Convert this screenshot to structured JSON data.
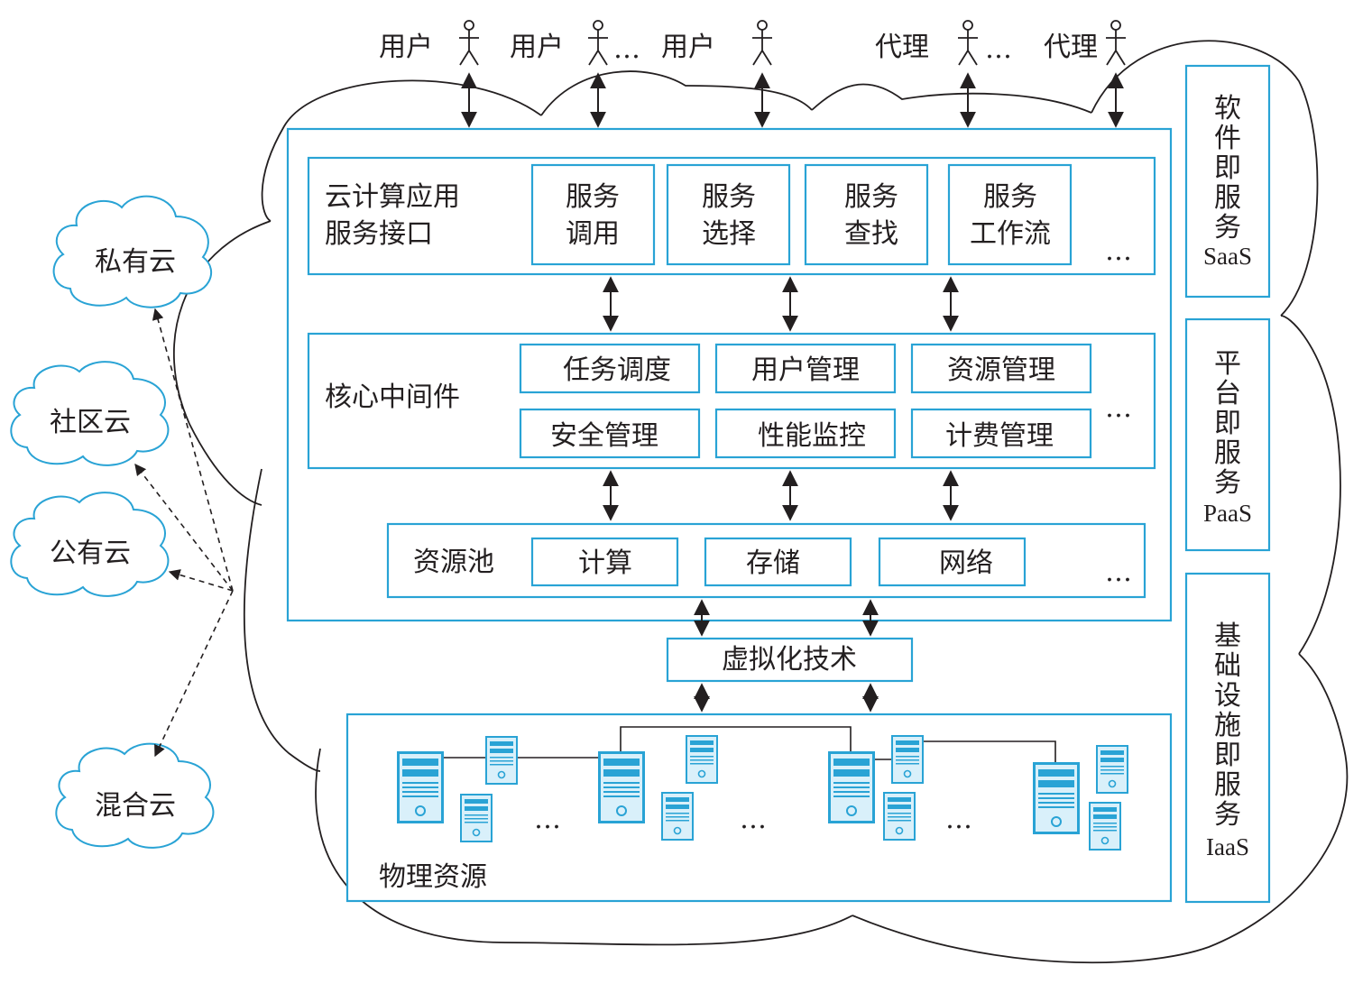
{
  "users": {
    "labels": [
      "用户",
      "用户",
      "用户",
      "代理",
      "代理"
    ],
    "ellipsis": "…"
  },
  "saas": {
    "title": "云计算应用服务接口",
    "title_lines": [
      "云计算应用",
      "服务接口"
    ],
    "services": [
      {
        "lines": [
          "服务",
          "调用"
        ]
      },
      {
        "lines": [
          "服务",
          "选择"
        ]
      },
      {
        "lines": [
          "服务",
          "查找"
        ]
      },
      {
        "lines": [
          "服务",
          "工作流"
        ]
      }
    ],
    "ellipsis": "…"
  },
  "middleware": {
    "title": "核心中间件",
    "modules": [
      "任务调度",
      "用户管理",
      "资源管理",
      "安全管理",
      "性能监控",
      "计费管理"
    ],
    "ellipsis": "…"
  },
  "resource_pool": {
    "title": "资源池",
    "items": [
      "计算",
      "存储",
      "网络"
    ],
    "ellipsis": "…"
  },
  "virtualization": {
    "label": "虚拟化技术"
  },
  "physical": {
    "title": "物理资源",
    "ellipsis": "…"
  },
  "service_models": [
    {
      "name_chars": [
        "软",
        "件",
        "即",
        "服",
        "务"
      ],
      "abbr": "SaaS"
    },
    {
      "name_chars": [
        "平",
        "台",
        "即",
        "服",
        "务"
      ],
      "abbr": "PaaS"
    },
    {
      "name_chars": [
        "基",
        "础",
        "设",
        "施",
        "即",
        "服",
        "务"
      ],
      "abbr": "IaaS"
    }
  ],
  "deployment_models": [
    "私有云",
    "社区云",
    "公有云",
    "混合云"
  ],
  "colors": {
    "accent": "#29a3d5",
    "server_light": "#bfe6f5",
    "server_dark": "#29a3d5",
    "line": "#231f20"
  }
}
